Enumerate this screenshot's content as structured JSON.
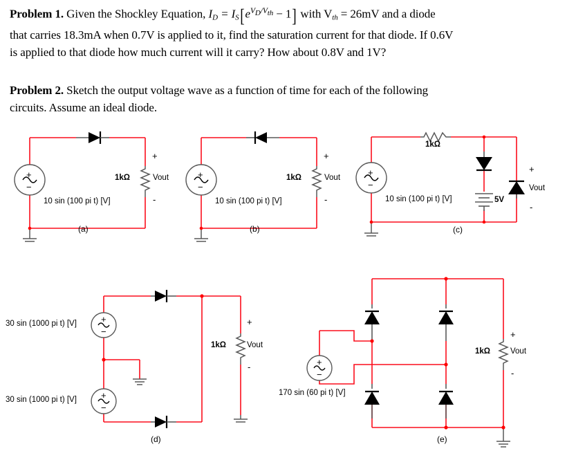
{
  "problem1": {
    "number": "Problem 1.",
    "lead": "Given the Shockley Equation,",
    "eq_ID": "I",
    "eq_ID_sub": "D",
    "eq_eq": "=",
    "eq_IS": "I",
    "eq_IS_sub": "S",
    "eq_bracket_open": "[",
    "eq_e": "e",
    "eq_exp_num": "V",
    "eq_exp_num_sub": "D",
    "eq_exp_slash": "/",
    "eq_exp_den": "V",
    "eq_exp_den_sub": "th",
    "eq_minus_one": "− 1",
    "eq_bracket_close": "]",
    "tail1": "with V",
    "tail1_sub": "th",
    "tail2": "= 26mV and a diode",
    "line2": "that carries 18.3mA when 0.7V is applied to it, find the saturation current for that diode.  If 0.6V",
    "line3": "is applied to that diode how much current will it carry?  How about 0.8V and 1V?"
  },
  "problem2": {
    "number": "Problem 2.",
    "line1": "Sketch the output voltage wave as a function of time for each of the following",
    "line2": "circuits.  Assume an ideal diode."
  },
  "colors": {
    "wire": "#fc0d1b",
    "component": "#595959",
    "black": "#000000",
    "node": "#ff0000"
  },
  "circuits": [
    {
      "id": "a",
      "tag": "(a)",
      "source_label": "10 sin (100 pi t) [V]",
      "resistor_label": "1kΩ",
      "vout_label": "Vout",
      "plus": "+",
      "minus": "-",
      "src_plus": "+",
      "src_minus": "−",
      "diode_name": "diode-right",
      "diode_dir": "right"
    },
    {
      "id": "b",
      "tag": "(b)",
      "source_label": "10 sin (100 pi t) [V]",
      "resistor_label": "1kΩ",
      "vout_label": "Vout",
      "plus": "+",
      "minus": "-",
      "src_plus": "+",
      "src_minus": "−",
      "diode_name": "diode-left",
      "diode_dir": "left"
    },
    {
      "id": "c",
      "tag": "(c)",
      "source_label": "10 sin (100 pi t) [V]",
      "resistor_label": "1kΩ",
      "battery_label": "5V",
      "vout_label": "Vout",
      "plus": "+",
      "minus": "-",
      "src_plus": "+",
      "src_minus": "−",
      "diode1_dir": "down",
      "diode2_dir": "up"
    },
    {
      "id": "d",
      "tag": "(d)",
      "source_label_top": "30 sin (1000 pi t) [V]",
      "source_label_bottom": "30 sin (1000 pi t) [V]",
      "resistor_label": "1kΩ",
      "vout_label": "Vout",
      "plus": "+",
      "minus": "-",
      "src_plus": "+",
      "src_minus": "−",
      "diode_top_dir": "right",
      "diode_bottom_dir": "right"
    },
    {
      "id": "e",
      "tag": "(e)",
      "source_label": "170 sin (60 pi t) [V]",
      "resistor_label": "1kΩ",
      "vout_label": "Vout",
      "plus": "+",
      "minus": "-",
      "src_plus": "+",
      "src_minus": "−",
      "bridge_diode_dirs": [
        "up",
        "up",
        "up",
        "up"
      ]
    }
  ]
}
